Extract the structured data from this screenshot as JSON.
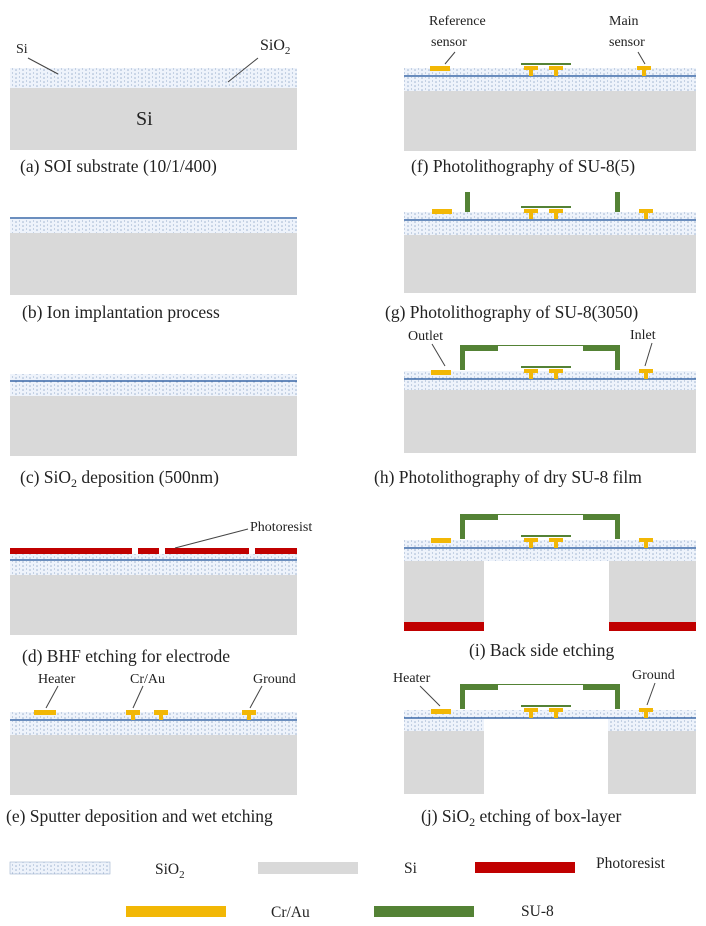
{
  "colors": {
    "si": "#d9d9d9",
    "sio2_fill": "#eef3fb",
    "sio2_dot": "#9fb3cf",
    "device_layer_line": "#3a68a8",
    "photoresist": "#c00000",
    "cr_au": "#f2b705",
    "su8": "#548235"
  },
  "panels": {
    "a": {
      "caption": "(a) SOI substrate (10/1/400)",
      "label_si_top": "Si",
      "label_sio2_base": "SiO",
      "label_sio2_sub": "2",
      "label_si_bulk": "Si"
    },
    "b": {
      "caption": "(b) Ion implantation process"
    },
    "c": {
      "caption_pre": "(c) SiO",
      "caption_sub": "2",
      "caption_post": " deposition (500nm)"
    },
    "d": {
      "caption": "(d) BHF etching for electrode",
      "label_photoresist": "Photoresist"
    },
    "e": {
      "caption": "(e) Sputter deposition and wet etching",
      "label_heater": "Heater",
      "label_crau": "Cr/Au",
      "label_ground": "Ground"
    },
    "f": {
      "caption": "(f) Photolithography of SU-8(5)",
      "label_ref_1": "Reference",
      "label_ref_2": "sensor",
      "label_main_1": "Main",
      "label_main_2": "sensor"
    },
    "g": {
      "caption": "(g) Photolithography of SU-8(3050)"
    },
    "h": {
      "caption": "(h) Photolithography of dry SU-8 film",
      "label_outlet": "Outlet",
      "label_inlet": "Inlet"
    },
    "i": {
      "caption": "(i) Back side etching"
    },
    "j": {
      "caption_pre": "(j)  SiO",
      "caption_sub": "2",
      "caption_post": " etching of box-layer",
      "label_heater": "Heater",
      "label_ground": "Ground"
    }
  },
  "legend": {
    "sio2_base": "SiO",
    "sio2_sub": "2",
    "si": "Si",
    "photoresist": "Photoresist",
    "cr_au": "Cr/Au",
    "su8": "SU-8"
  }
}
